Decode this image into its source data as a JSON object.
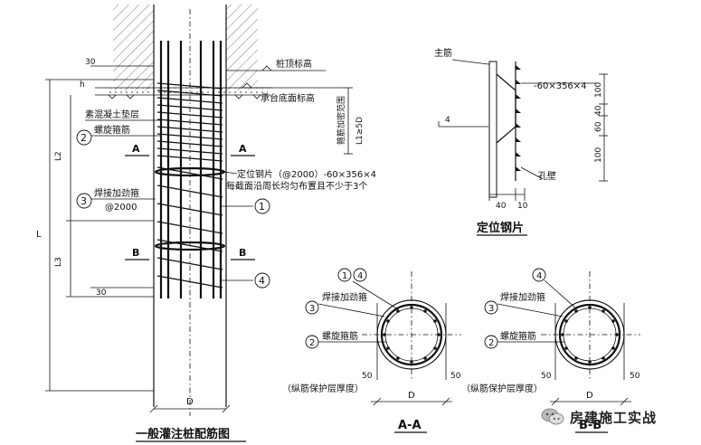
{
  "main": {
    "labels": {
      "pile_top": "桩顶标高",
      "cap_bottom": "承台底面标高",
      "densify": "箍筋加密范围",
      "densify_len": "L1≥5D",
      "cushion": "素混凝土垫层",
      "spiral": "螺旋箍筋",
      "weld": "焊接加劲箍",
      "weld_spacing": "@2000",
      "locator": "定位钢片（@2000）-60×356×4",
      "locator_note": "每截面沿周长均匀布置且不少于3个",
      "dim_30_top": "30",
      "dim_h": "h",
      "dim_30_bot": "30",
      "L": "L",
      "L2": "L2",
      "L3": "L3",
      "D": "D",
      "sec_A": "A",
      "sec_B": "B",
      "title": "一般灌注桩配筋图"
    }
  },
  "detail": {
    "main_bar": "主筋",
    "plate": "-60×356×4",
    "dim_100a": "100",
    "dim_40": "40",
    "dim_60": "60",
    "dim_100b": "100",
    "hole_wall": "孔壁",
    "dim_4": "4",
    "dim_40b": "40",
    "dim_10": "10",
    "title": "定位钢片"
  },
  "sectionAA": {
    "num1": "1",
    "num4": "4",
    "num3": "3",
    "num2": "2",
    "weld": "焊接加劲箍",
    "spiral": "螺旋箍筋",
    "dim50a": "50",
    "dim50b": "50",
    "cover": "（纵筋保护层厚度）",
    "D": "D",
    "title": "A-A"
  },
  "sectionBB": {
    "num4": "4",
    "num3": "3",
    "num2": "2",
    "weld": "焊接加劲箍",
    "spiral": "螺旋箍筋",
    "dim50a": "50",
    "dim50b": "50",
    "cover": "（纵筋保护层厚度）",
    "D": "D",
    "title": "B-B"
  },
  "callouts": {
    "c1": "1",
    "c2": "2",
    "c3": "3",
    "c4": "4"
  },
  "watermark": {
    "text": "房建施工实战",
    "icon": "wechat-icon"
  }
}
